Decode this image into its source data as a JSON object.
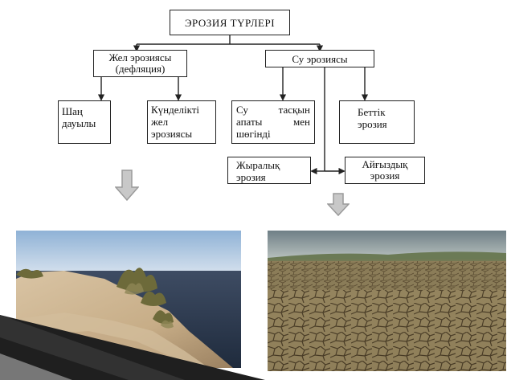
{
  "diagram": {
    "title": "ЭРОЗИЯ ТҮРЛЕРІ",
    "wind": {
      "line1": "Жел эрозиясы",
      "line2": "(дефляция)"
    },
    "water": {
      "label": "Су эрозиясы"
    },
    "leaves": {
      "dust_storm": {
        "line1": "Шаң",
        "line2": "дауылы"
      },
      "daily_wind": {
        "line1": "Күнделікті",
        "line2": "жел",
        "line3": "эрозиясы"
      },
      "flood": {
        "line1": "Су тасқын",
        "line2": "апаты мен",
        "line3": "шөгінді"
      },
      "surface": {
        "line1": "Беттік",
        "line2": "эрозия"
      },
      "gully": {
        "line1": "Жыралық",
        "line2": "эрозия"
      },
      "stream": {
        "line1": "Айғыздық",
        "line2": "эрозия"
      }
    }
  },
  "colors": {
    "arrow_fill": "#c8c8c8",
    "arrow_stroke": "#9a9a9a",
    "deco_dark": "#2a2a2a"
  },
  "photos": {
    "left": "sand-dunes-by-water",
    "right": "cracked-dry-earth"
  }
}
